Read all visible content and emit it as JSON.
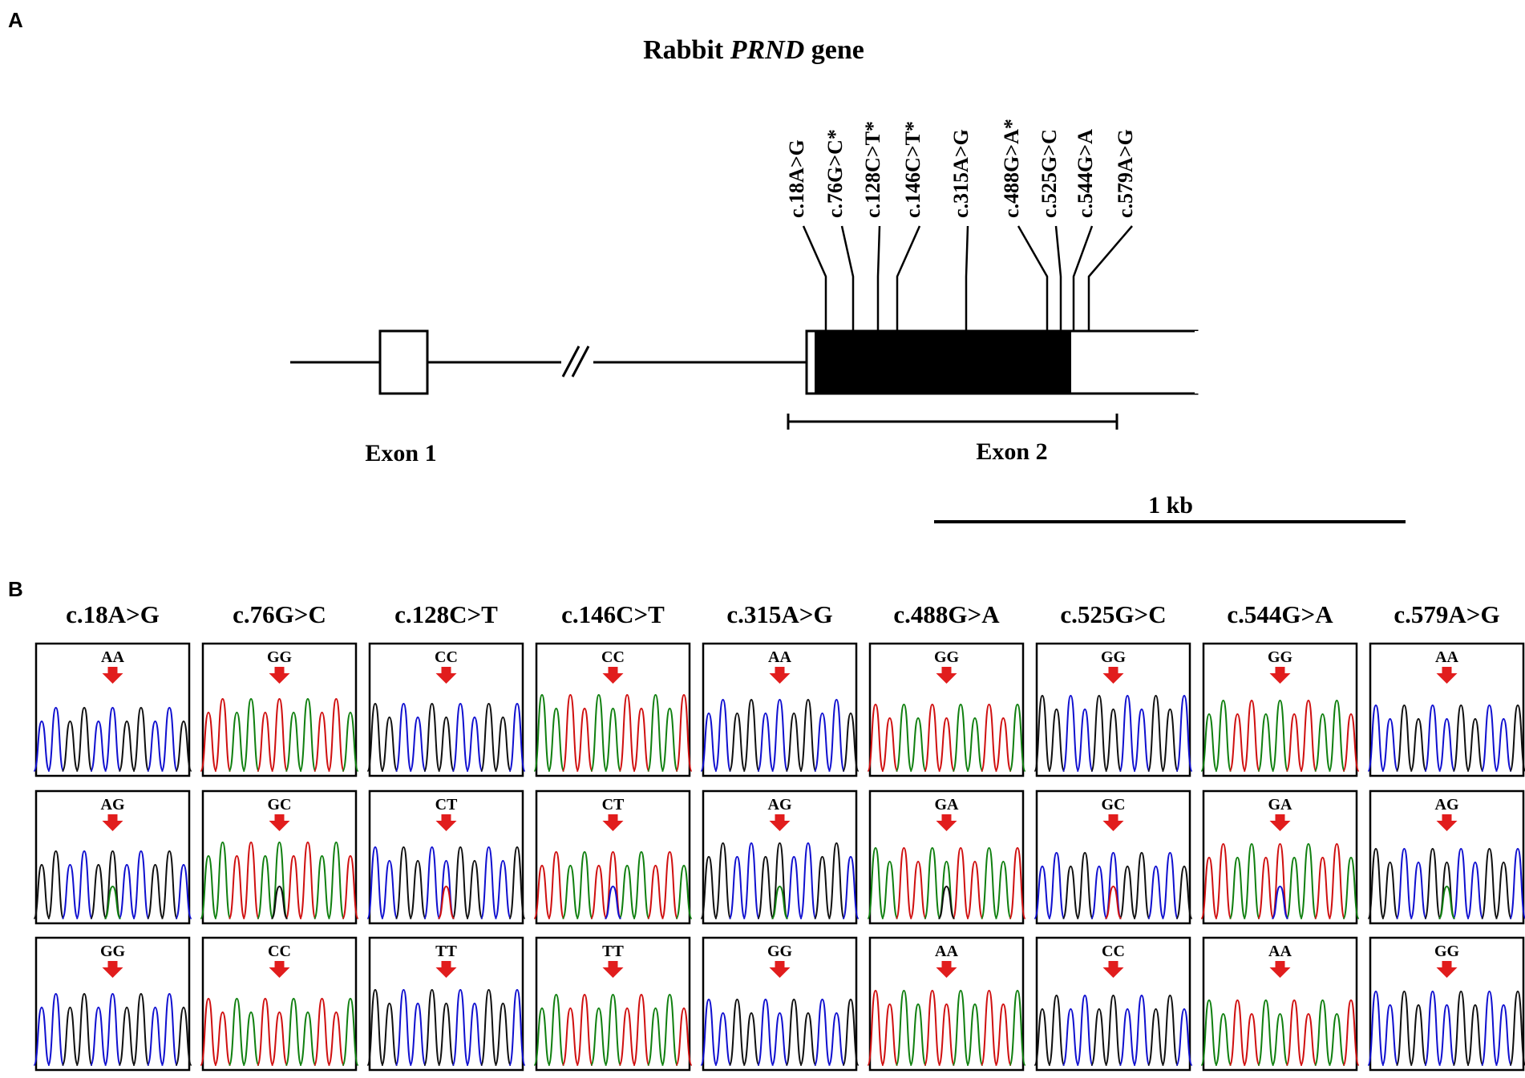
{
  "panel_a": {
    "letter": "A",
    "title_prefix": "Rabbit ",
    "title_gene": "PRND",
    "title_suffix": " gene",
    "exon1_label": "Exon 1",
    "exon2_label": "Exon 2",
    "scale_label": "1 kb",
    "snps": [
      "c.18A>G",
      "c.76G>C*",
      "c.128C>T*",
      "c.146C>T*",
      "c.315A>G",
      "c.488G>A*",
      "c.525G>C",
      "c.544G>A",
      "c.579A>G"
    ]
  },
  "panel_b": {
    "letter": "B",
    "columns": [
      {
        "header": "c.18A>G",
        "genotypes": [
          "AA",
          "AG",
          "GG"
        ]
      },
      {
        "header": "c.76G>C",
        "genotypes": [
          "GG",
          "GC",
          "CC"
        ]
      },
      {
        "header": "c.128C>T",
        "genotypes": [
          "CC",
          "CT",
          "TT"
        ]
      },
      {
        "header": "c.146C>T",
        "genotypes": [
          "CC",
          "CT",
          "TT"
        ]
      },
      {
        "header": "c.315A>G",
        "genotypes": [
          "AA",
          "AG",
          "GG"
        ]
      },
      {
        "header": "c.488G>A",
        "genotypes": [
          "GG",
          "GA",
          "AA"
        ]
      },
      {
        "header": "c.525G>C",
        "genotypes": [
          "GG",
          "GC",
          "CC"
        ]
      },
      {
        "header": "c.544G>A",
        "genotypes": [
          "GG",
          "GA",
          "AA"
        ]
      },
      {
        "header": "c.579A>G",
        "genotypes": [
          "AA",
          "AG",
          "GG"
        ]
      }
    ],
    "arrow_color": "#e11d1d",
    "trace_colors": [
      "#1010d0",
      "#108010",
      "#101010",
      "#d01010"
    ]
  }
}
